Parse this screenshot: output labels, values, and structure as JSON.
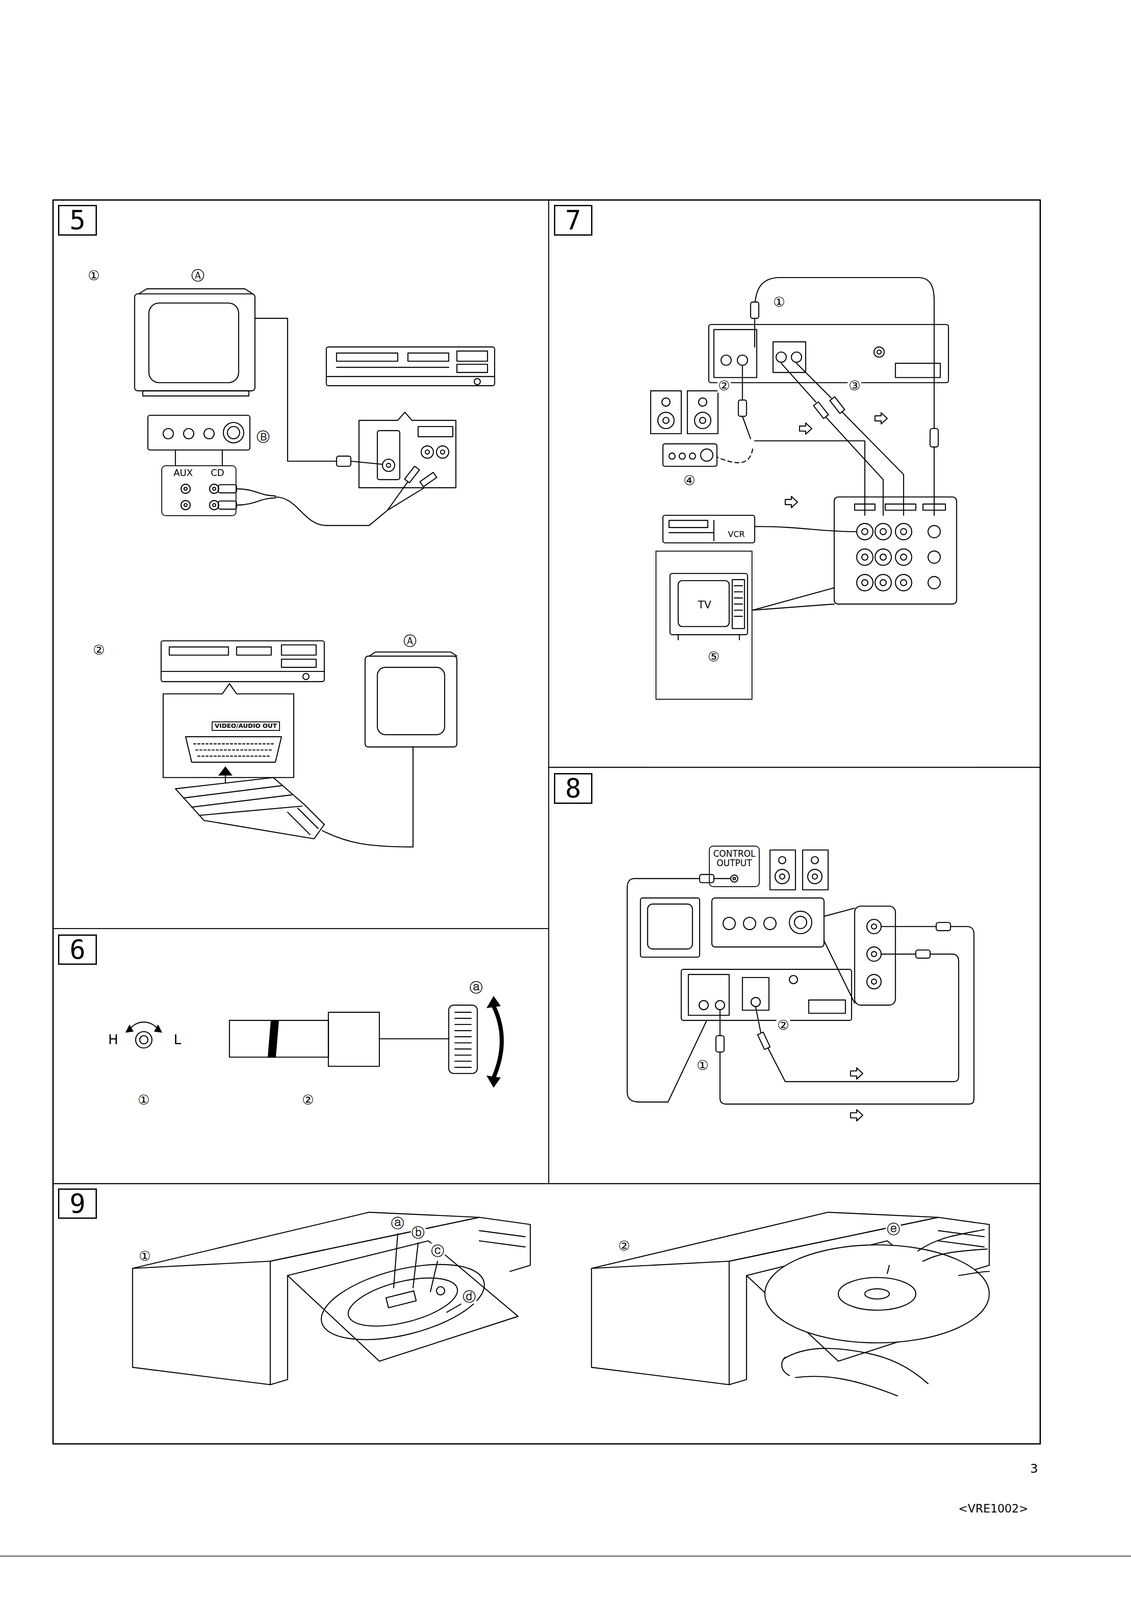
{
  "diagram": {
    "nodes": [
      {
        "text": [
          "5"
        ]
      },
      {
        "text": [
          "AUX",
          "CD"
        ]
      },
      {
        "text": [
          "VIDEO/AUDIO OUT"
        ]
      },
      {
        "text": [
          "7"
        ]
      },
      {
        "text": [
          "TV",
          "⑤"
        ]
      },
      {
        "text": [
          "8"
        ]
      },
      {
        "text": [
          "CONTROL OUTPUT"
        ]
      },
      {
        "text": [
          "6"
        ]
      },
      {
        "text": [
          "9"
        ]
      }
    ],
    "labels": [
      "①",
      "Ⓐ",
      "Ⓑ",
      "②",
      "Ⓐ",
      "①",
      "②",
      "③",
      "④",
      "VCR",
      "H",
      "L",
      "①",
      "②",
      "ⓐ",
      "①",
      "②",
      "①",
      "ⓐ",
      "ⓑ",
      "ⓒ",
      "ⓓ",
      "②",
      "ⓔ",
      "3",
      "<VRE1002>"
    ]
  }
}
